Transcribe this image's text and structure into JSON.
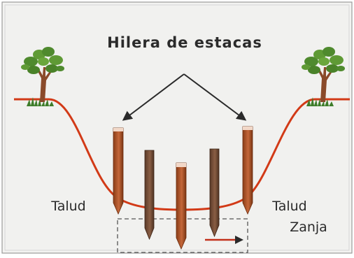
{
  "diagram": {
    "title": "Hilera de estacas",
    "labels": {
      "left_slope": "Talud",
      "right_slope": "Talud",
      "ditch": "Zanja"
    }
  }
}
